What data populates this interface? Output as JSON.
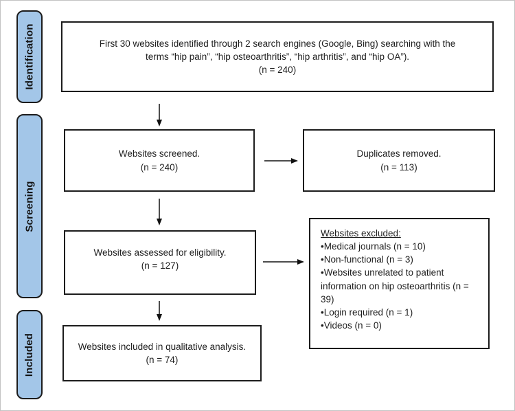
{
  "sidebar": {
    "stages": [
      {
        "label": "Identification"
      },
      {
        "label": "Screening"
      },
      {
        "label": "Included"
      }
    ]
  },
  "boxes": {
    "identified": {
      "text": "First 30 websites identified through 2 search engines (Google, Bing) searching with the terms “hip pain”, “hip osteoarthritis”, “hip arthritis”, and “hip OA”).",
      "count": "(n = 240)"
    },
    "screened": {
      "text": "Websites screened.",
      "count": "(n = 240)"
    },
    "duplicates_removed": {
      "text": "Duplicates removed.",
      "count": "(n = 113)"
    },
    "assessed": {
      "text": "Websites assessed for eligibility.",
      "count": "(n = 127)"
    },
    "excluded": {
      "title": "Websites excluded:",
      "items": [
        "Medical journals (n = 10)",
        "Non-functional (n = 3)",
        "Websites unrelated to patient information on hip osteoarthritis (n = 39)",
        "Login required (n = 1)",
        "Videos (n = 0)"
      ]
    },
    "included": {
      "text": "Websites included in qualitative analysis.",
      "count": "(n = 74)"
    }
  },
  "colors": {
    "stage_fill": "#a3c6e8",
    "box_border": "#1c1c1c",
    "arrow": "#111111",
    "background": "#ffffff"
  }
}
